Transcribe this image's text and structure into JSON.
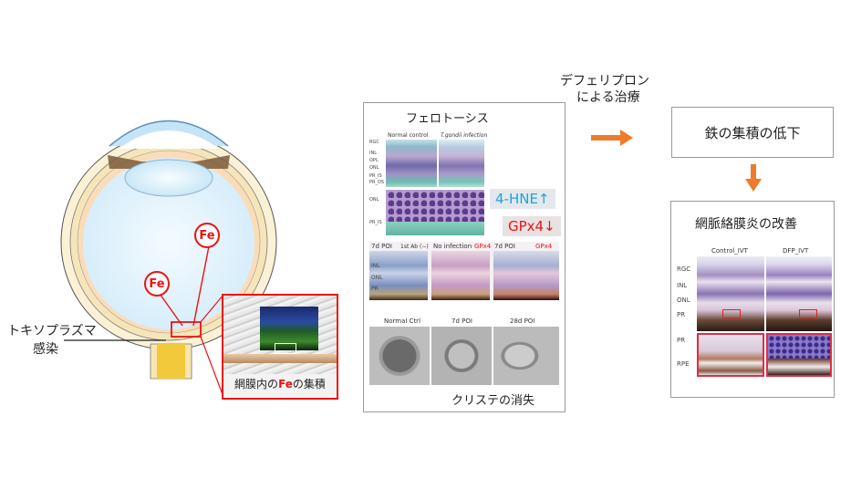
{
  "eye": {
    "fe_upper": "Fe",
    "fe_lower": "Fe",
    "infection_line1": "トキソプラズマ",
    "infection_line2": "感染"
  },
  "inset": {
    "caption_part1": "網膜内の",
    "caption_fe": "Fe",
    "caption_part2": "の集積"
  },
  "middle_panel": {
    "title": "フェロトーシス",
    "img1_col1": "Normal control",
    "img1_col2": "T.gondii infection",
    "img1_rows": [
      "RGC",
      "INL",
      "OPL",
      "ONL",
      "PR_IS",
      "PR_OS"
    ],
    "img1_zoom_rows": [
      "ONL",
      "PR_IS"
    ],
    "badge_hne": "4-HNE↑",
    "badge_gpx": "GPx4↓",
    "img2_cols": [
      "7d POI",
      "1st Ab (−)",
      "No infection",
      "GPx4",
      "7d POI",
      "GPx4"
    ],
    "img2_rows": [
      "INL",
      "ONL",
      "PR"
    ],
    "img3_cols": [
      "Normal Ctrl",
      "7d POI",
      "28d POI"
    ],
    "footer": "クリステの消失"
  },
  "treatment": {
    "line1": "デフェリプロン",
    "line2": "による治療"
  },
  "result1": "鉄の集積の低下",
  "right_panel": {
    "title": "網脈絡膜炎の改善",
    "col1": "Control_IVT",
    "col2": "DFP_IVT",
    "rows_top": [
      "RGC",
      "INL",
      "ONL",
      "PR"
    ],
    "rows_bottom": [
      "PR",
      "RPE"
    ]
  },
  "colors": {
    "accent_orange": "#ee7b2a",
    "fe_red": "#e11111",
    "hne_blue": "#1fa3d9"
  }
}
